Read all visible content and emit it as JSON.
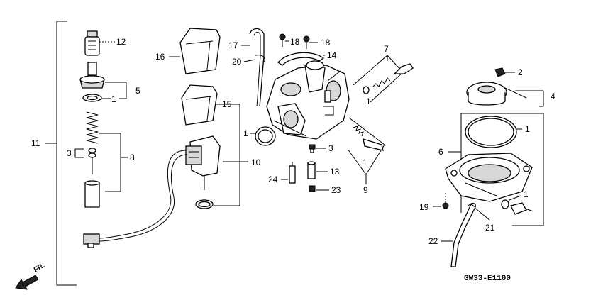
{
  "diagram": {
    "code": "GW33-E1100",
    "front_indicator": "FR.",
    "labels": {
      "p1a": "1",
      "p1b": "1",
      "p1c": "1",
      "p1d": "1",
      "p1e": "1",
      "p1f": "1",
      "p2": "2",
      "p3a": "3",
      "p3b": "3",
      "p4": "4",
      "p5": "5",
      "p6": "6",
      "p7": "7",
      "p8": "8",
      "p9": "9",
      "p10": "10",
      "p11": "11",
      "p12": "12",
      "p13": "13",
      "p14": "14",
      "p15": "15",
      "p16": "16",
      "p17": "17",
      "p18a": "18",
      "p18b": "18",
      "p19": "19",
      "p20": "20",
      "p21": "21",
      "p22": "22",
      "p23": "23",
      "p24": "24"
    }
  }
}
